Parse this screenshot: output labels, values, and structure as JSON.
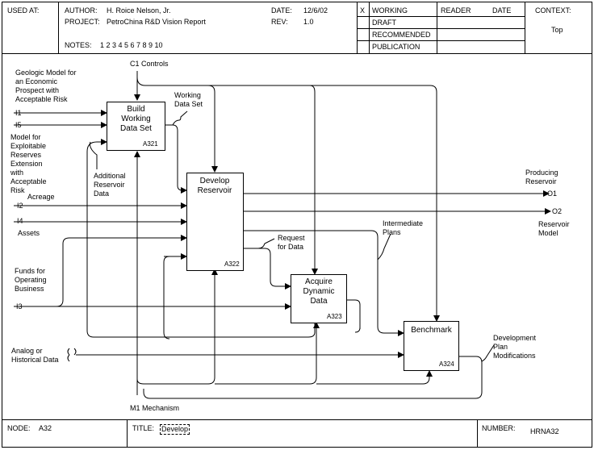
{
  "header": {
    "used_at_label": "USED AT:",
    "author_label": "AUTHOR:",
    "author": "H. Roice Nelson, Jr.",
    "project_label": "PROJECT:",
    "project": "PetroChina R&D Vision Report",
    "date_label": "DATE:",
    "date": "12/6/02",
    "rev_label": "REV:",
    "rev": "1.0",
    "notes_label": "NOTES:",
    "notes": "1  2  3  4  5  6  7  8  9  10",
    "status_mark": "X",
    "status": [
      "WORKING",
      "DRAFT",
      "RECOMMENDED",
      "PUBLICATION"
    ],
    "reader_label": "READER",
    "reader_date_label": "DATE",
    "context_label": "CONTEXT:",
    "context_value": "Top"
  },
  "footer": {
    "node_label": "NODE:",
    "node": "A32",
    "title_label": "TITLE:",
    "title": "Develop",
    "number_label": "NUMBER:",
    "number": "HRNA32"
  },
  "boxes": [
    {
      "title": "Build Working Data Set",
      "num": "A321"
    },
    {
      "title": "Develop Reservoir",
      "num": "A322"
    },
    {
      "title": "Acquire Dynamic Data",
      "num": "A323"
    },
    {
      "title": "Benchmark",
      "num": "A324"
    }
  ],
  "labels": {
    "c1": "C1   Controls",
    "m1": "M1   Mechanism",
    "geo": "Geologic Model for an Economic Prospect with Acceptable Risk",
    "i1": "I1",
    "i5": "I5",
    "model": "Model for Exploitable Reserves Extension with Acceptable Risk",
    "acreage": "Acreage",
    "i2": "I2",
    "i4": "I4",
    "assets": "Assets",
    "funds": "Funds for Operating Business",
    "i3": "I3",
    "analog": "Analog or Historical Data",
    "working": "Working Data Set",
    "additional": "Additional Reservoir Data",
    "request": "Request for Data",
    "intermediate": "Intermediate Plans",
    "producing": "Producing Reservoir",
    "o1": "O1",
    "o2": "O2",
    "resmodel": "Reservoir Model",
    "devplan": "Development Plan Modifications"
  }
}
